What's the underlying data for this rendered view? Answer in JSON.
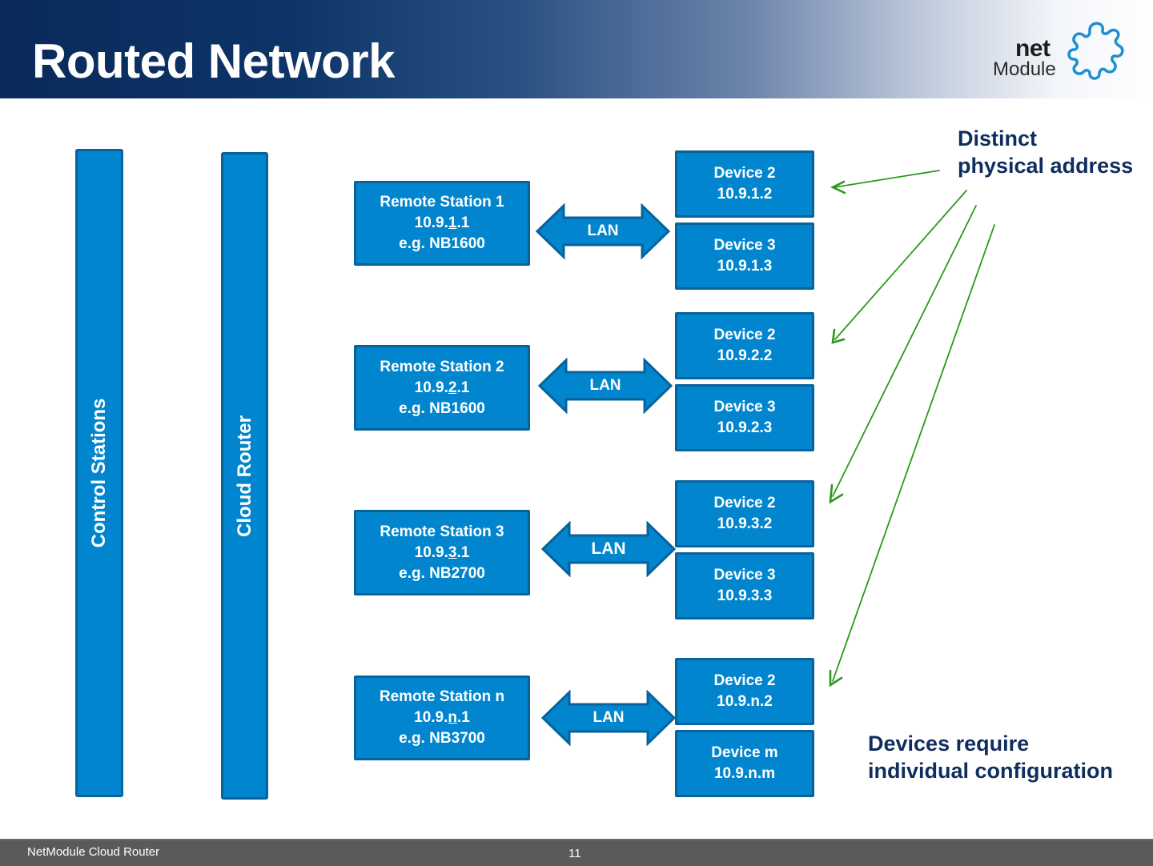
{
  "header": {
    "title": "Routed Network",
    "logo": {
      "top": "net",
      "bottom": "Module",
      "icon": "puzzle-piece-icon"
    }
  },
  "colors": {
    "box_fill": "#0285cf",
    "box_border": "#06639b",
    "annotation_text": "#0f2d5e",
    "arrow_green": "#2a9a1a",
    "footer_bg": "#5a5a5a"
  },
  "columns": {
    "control_stations": "Control Stations",
    "cloud_router": "Cloud Router"
  },
  "sites": [
    {
      "station": {
        "name": "Remote Station 1",
        "ip_prefix": "10.9.",
        "ip_subnet": "1",
        "ip_suffix": ".1",
        "model": "e.g. NB1600"
      },
      "link": "LAN",
      "devices": [
        {
          "name": "Device 2",
          "ip": "10.9.1.2"
        },
        {
          "name": "Device 3",
          "ip": "10.9.1.3"
        }
      ]
    },
    {
      "station": {
        "name": "Remote Station 2",
        "ip_prefix": "10.9.",
        "ip_subnet": "2",
        "ip_suffix": ".1",
        "model": "e.g. NB1600"
      },
      "link": "LAN",
      "devices": [
        {
          "name": "Device 2",
          "ip": "10.9.2.2"
        },
        {
          "name": "Device 3",
          "ip": "10.9.2.3"
        }
      ]
    },
    {
      "station": {
        "name": "Remote Station 3",
        "ip_prefix": "10.9.",
        "ip_subnet": "3",
        "ip_suffix": ".1",
        "model": "e.g. NB2700"
      },
      "link": "LAN",
      "devices": [
        {
          "name": "Device 2",
          "ip": "10.9.3.2"
        },
        {
          "name": "Device 3",
          "ip": "10.9.3.3"
        }
      ]
    },
    {
      "station": {
        "name": "Remote Station n",
        "ip_prefix": "10.9.",
        "ip_subnet": "n",
        "ip_suffix": ".1",
        "model": "e.g. NB3700"
      },
      "link": "LAN",
      "devices": [
        {
          "name": "Device 2",
          "ip": "10.9.n.2"
        },
        {
          "name": "Device m",
          "ip": "10.9.n.m"
        }
      ]
    }
  ],
  "annotations": {
    "distinct_line1": "Distinct",
    "distinct_line2": "physical address",
    "config_line1": "Devices require",
    "config_line2": "individual configuration"
  },
  "footer": {
    "left_text": "NetModule Cloud Router",
    "page_number": "11"
  }
}
